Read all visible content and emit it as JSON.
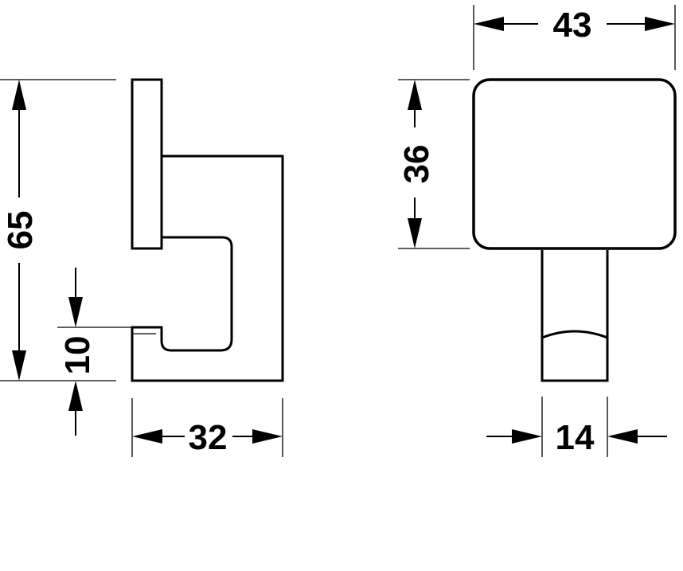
{
  "dimensions": {
    "width_front": "43",
    "height_front": "36",
    "stem_width": "14",
    "total_height": "65",
    "hook_gap": "10",
    "depth": "32"
  },
  "colors": {
    "line": "#000000",
    "background": "#ffffff"
  }
}
